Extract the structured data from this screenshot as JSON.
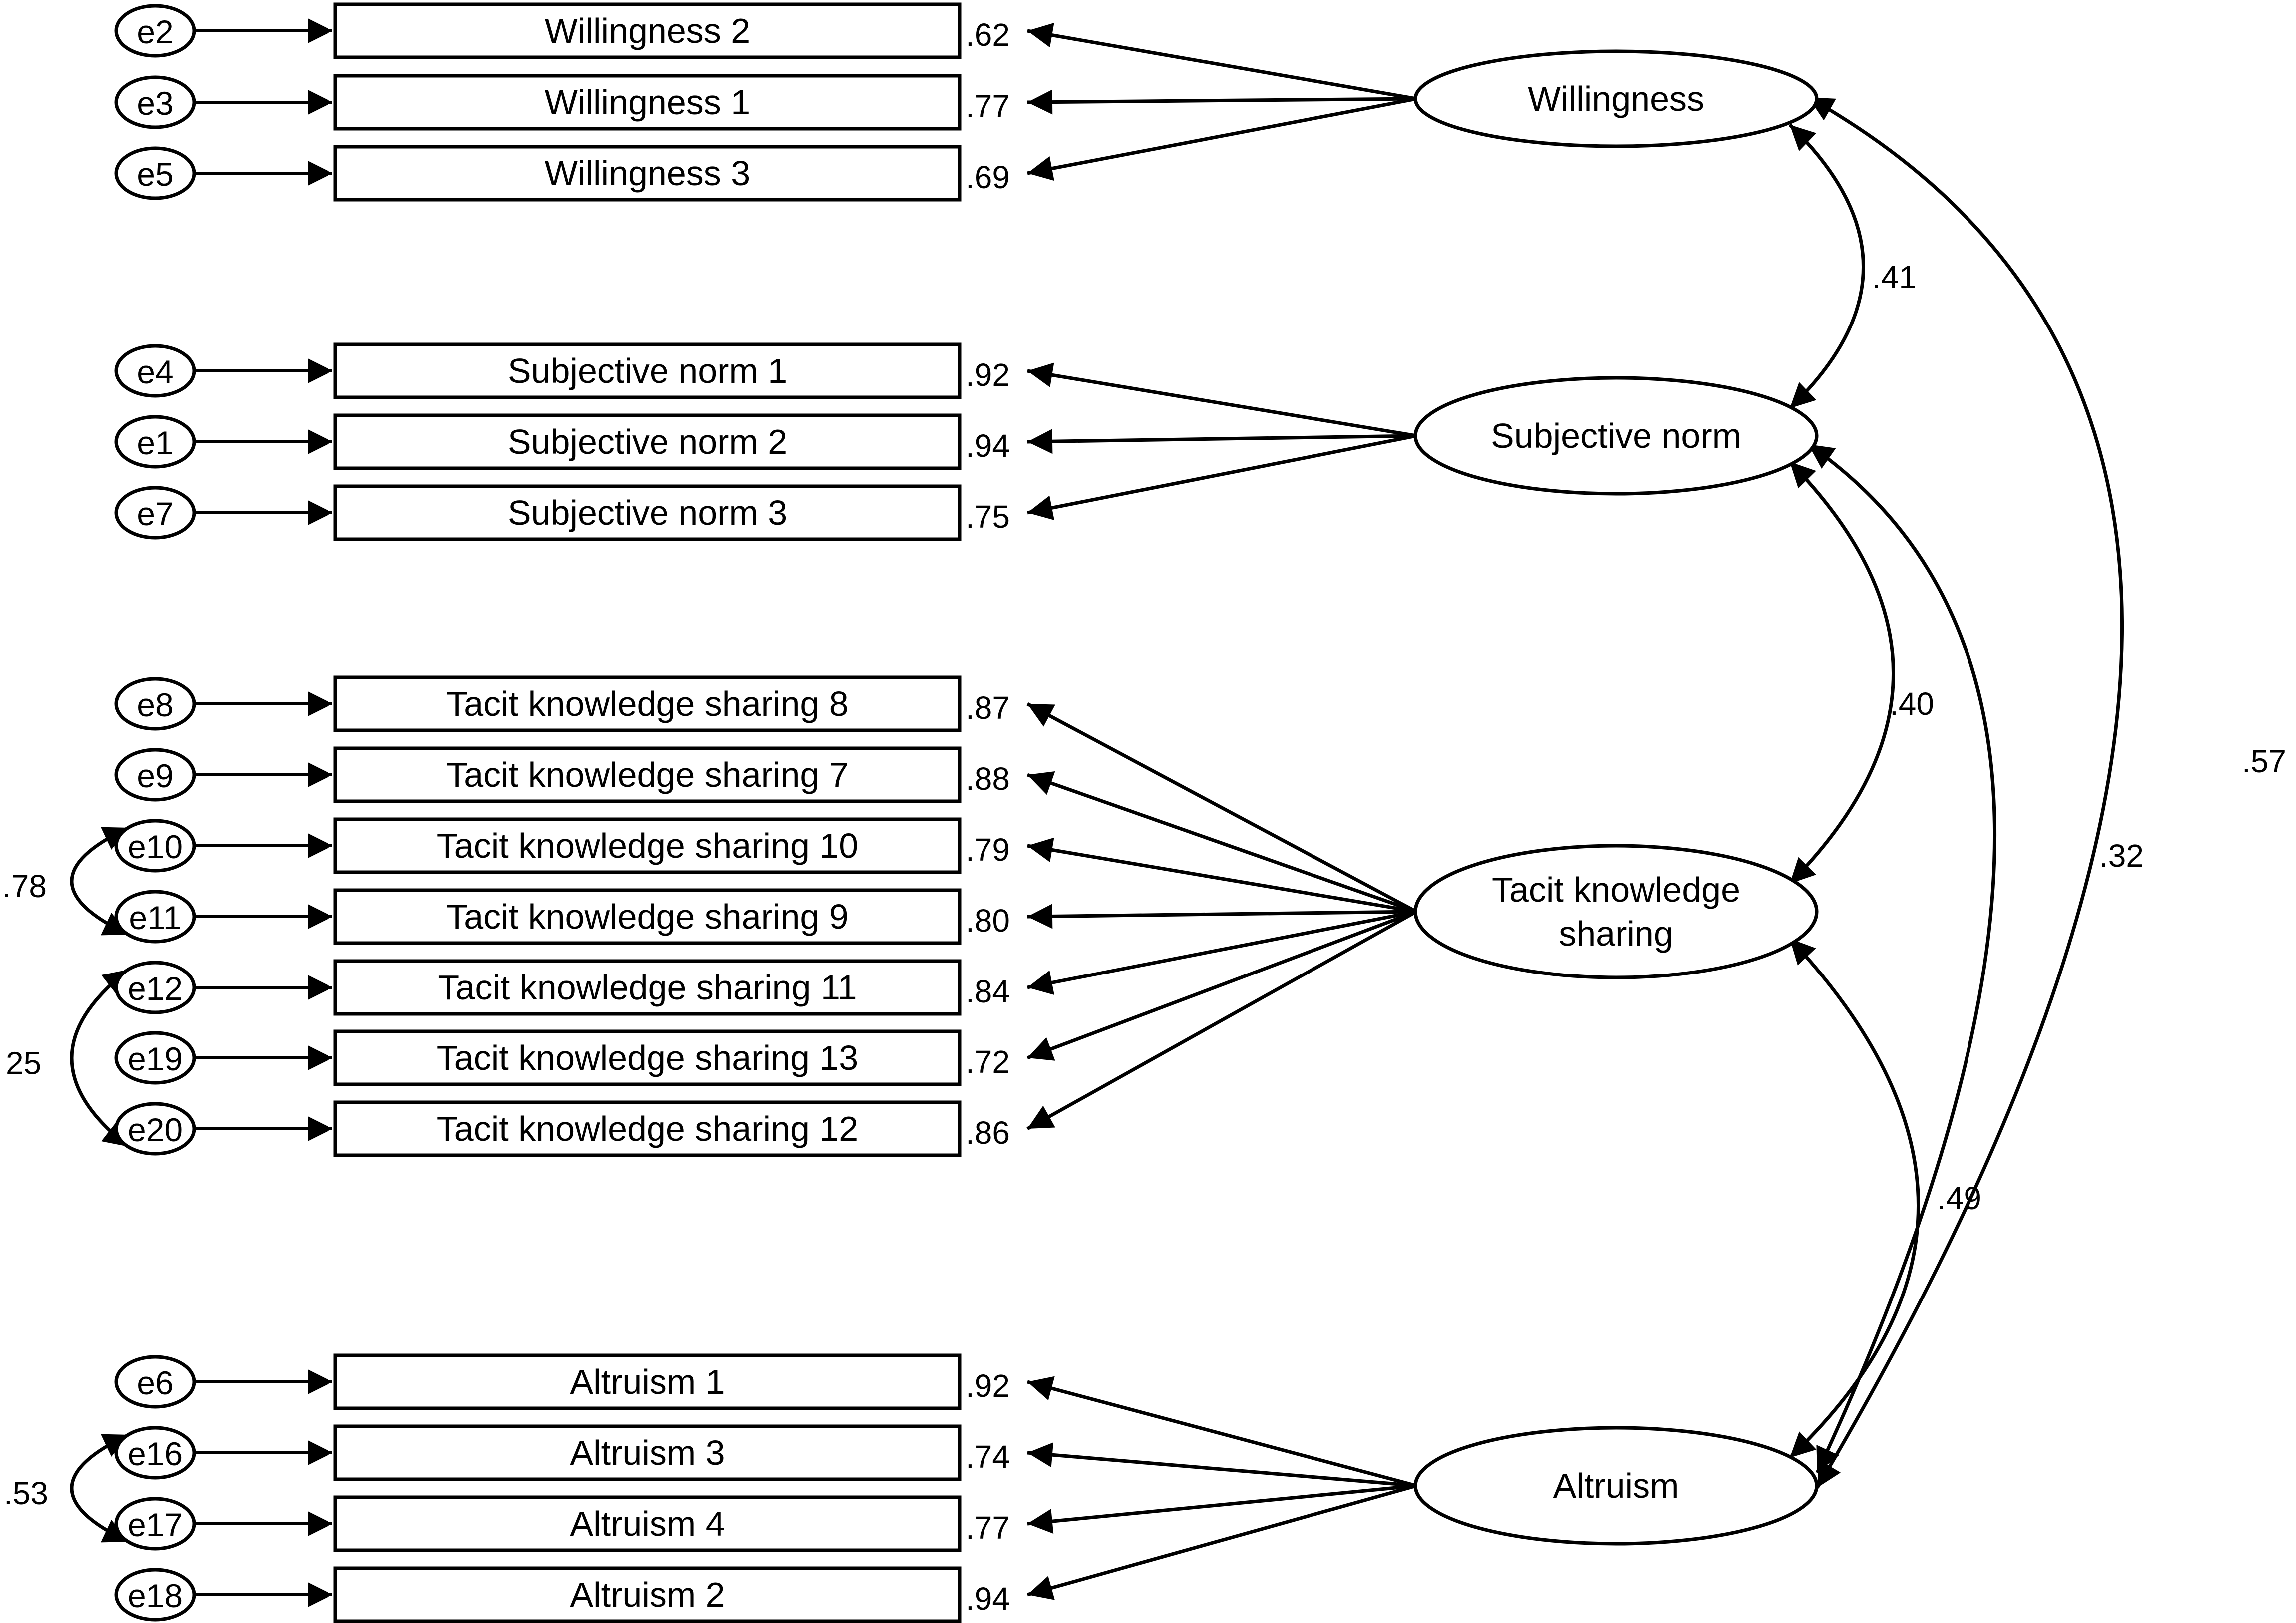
{
  "colors": {
    "stroke": "#000000",
    "background": "#ffffff"
  },
  "latents": [
    {
      "id": "willingness",
      "label_lines": [
        "Willingness"
      ]
    },
    {
      "id": "subjective_norm",
      "label_lines": [
        "Subjective norm"
      ]
    },
    {
      "id": "tacit",
      "label_lines": [
        "Tacit knowledge",
        "sharing"
      ]
    },
    {
      "id": "altruism",
      "label_lines": [
        "Altruism"
      ]
    }
  ],
  "indicators": [
    {
      "error": "e2",
      "label": "Willingness 2",
      "loading": ".62",
      "latent": "willingness"
    },
    {
      "error": "e3",
      "label": "Willingness 1",
      "loading": ".77",
      "latent": "willingness"
    },
    {
      "error": "e5",
      "label": "Willingness 3",
      "loading": ".69",
      "latent": "willingness"
    },
    {
      "error": "e4",
      "label": "Subjective norm 1",
      "loading": ".92",
      "latent": "subjective_norm"
    },
    {
      "error": "e1",
      "label": "Subjective norm 2",
      "loading": ".94",
      "latent": "subjective_norm"
    },
    {
      "error": "e7",
      "label": "Subjective norm 3",
      "loading": ".75",
      "latent": "subjective_norm"
    },
    {
      "error": "e8",
      "label": "Tacit knowledge sharing 8",
      "loading": ".87",
      "latent": "tacit"
    },
    {
      "error": "e9",
      "label": "Tacit knowledge sharing 7",
      "loading": ".88",
      "latent": "tacit"
    },
    {
      "error": "e10",
      "label": "Tacit knowledge sharing 10",
      "loading": ".79",
      "latent": "tacit"
    },
    {
      "error": "e11",
      "label": "Tacit knowledge sharing 9",
      "loading": ".80",
      "latent": "tacit"
    },
    {
      "error": "e12",
      "label": "Tacit knowledge sharing 11",
      "loading": ".84",
      "latent": "tacit"
    },
    {
      "error": "e19",
      "label": "Tacit knowledge sharing 13",
      "loading": ".72",
      "latent": "tacit"
    },
    {
      "error": "e20",
      "label": "Tacit knowledge sharing 12",
      "loading": ".86",
      "latent": "tacit"
    },
    {
      "error": "e6",
      "label": "Altruism 1",
      "loading": ".92",
      "latent": "altruism"
    },
    {
      "error": "e16",
      "label": "Altruism 3",
      "loading": ".74",
      "latent": "altruism"
    },
    {
      "error": "e17",
      "label": "Altruism 4",
      "loading": ".77",
      "latent": "altruism"
    },
    {
      "error": "e18",
      "label": "Altruism 2",
      "loading": ".94",
      "latent": "altruism"
    }
  ],
  "latent_correlations": [
    {
      "from": "willingness",
      "to": "subjective_norm",
      "value": ".41"
    },
    {
      "from": "subjective_norm",
      "to": "tacit",
      "value": ".40"
    },
    {
      "from": "tacit",
      "to": "altruism",
      "value": ".49"
    },
    {
      "from": "subjective_norm",
      "to": "altruism",
      "value": ".32"
    },
    {
      "from": "willingness",
      "to": "altruism",
      "value": ".57"
    }
  ],
  "error_correlations": [
    {
      "from": "e10",
      "to": "e11",
      "value": ".78"
    },
    {
      "from": "e12",
      "to": "e20",
      "value": "25"
    },
    {
      "from": "e16",
      "to": "e17",
      "value": ".53"
    }
  ]
}
